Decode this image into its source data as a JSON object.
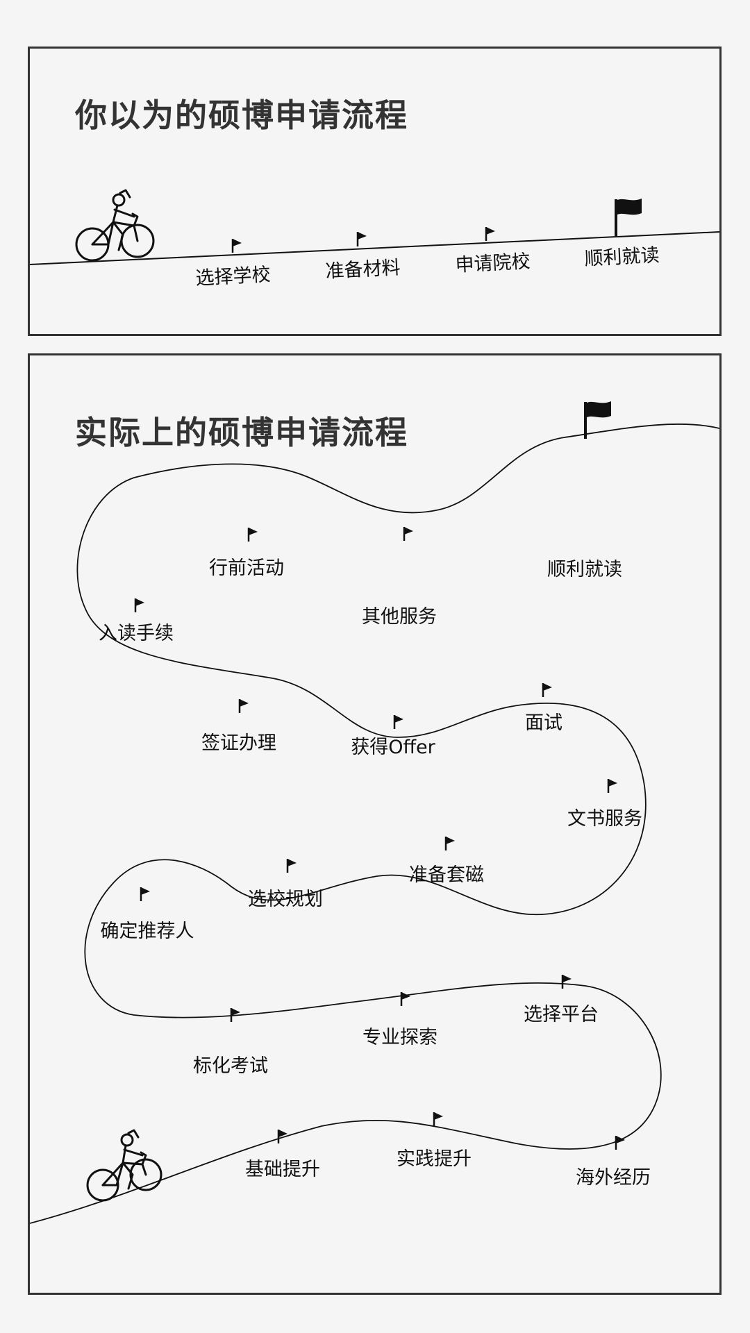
{
  "top_panel": {
    "title": "你以为的硕博申请流程",
    "milestones": [
      "选择学校",
      "准备材料",
      "申请院校",
      "顺利就读"
    ]
  },
  "bottom_panel": {
    "title": "实际上的硕博申请流程",
    "milestones": [
      "基础提升",
      "实践提升",
      "海外经历",
      "选择平台",
      "专业探索",
      "标化考试",
      "确定推荐人",
      "选校规划",
      "准备套磁",
      "文书服务",
      "面试",
      "获得Offer",
      "签证办理",
      "入读手续",
      "行前活动",
      "其他服务",
      "顺利就读"
    ]
  }
}
